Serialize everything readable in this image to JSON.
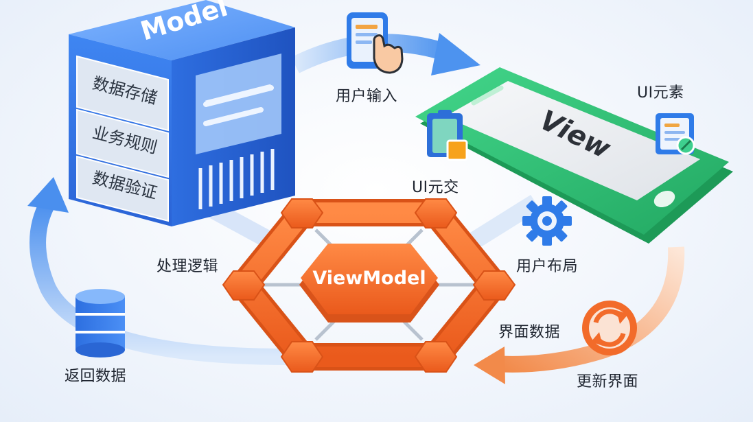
{
  "model": {
    "title": "Model",
    "items": [
      "数据存储",
      "业务规则",
      "数据验证"
    ]
  },
  "view": {
    "title": "View"
  },
  "viewmodel": {
    "title": "ViewModel"
  },
  "labels": {
    "user_input": "用户输入",
    "ui_elements": "UI元素",
    "ui_interaction": "UI元交",
    "processing_logic": "处理逻辑",
    "user_layout": "用户布局",
    "interface_data": "界面数据",
    "update_interface": "更新界面",
    "return_data": "返回数据"
  },
  "colors": {
    "model_blue": "#2f72e6",
    "view_green": "#2fbf77",
    "viewmodel_orange": "#f26b2a",
    "arrow_blue": "#6aa7f2",
    "arrow_orange": "#f3a06a"
  },
  "icons": [
    "tablet-tap-icon",
    "clipboard-icon",
    "document-pen-icon",
    "gear-icon",
    "refresh-icon",
    "database-icon"
  ]
}
